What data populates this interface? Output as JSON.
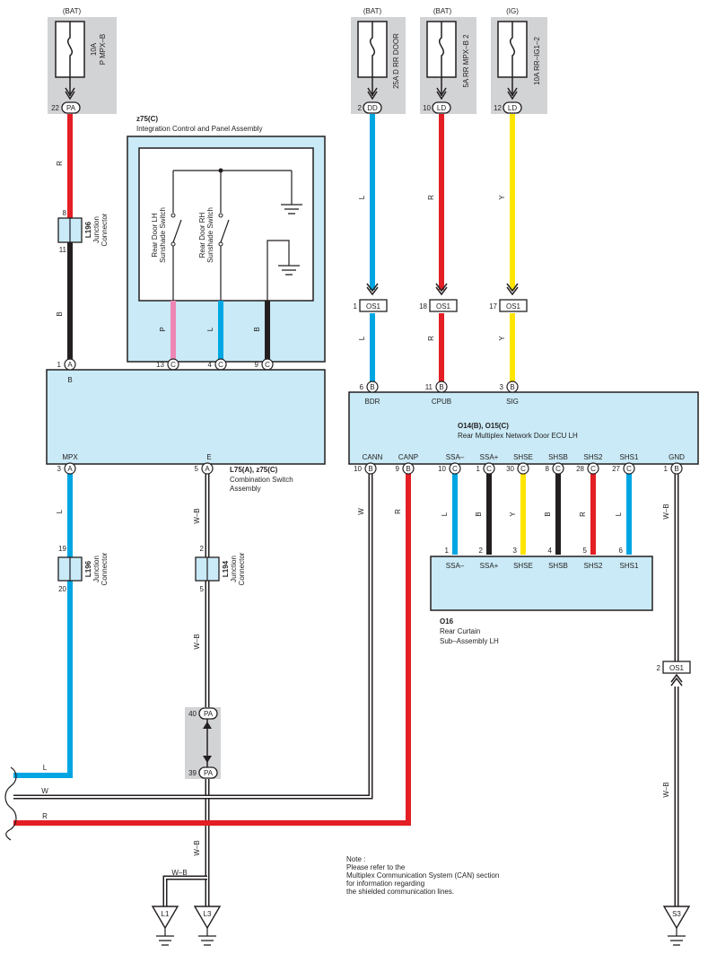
{
  "colors": {
    "red": "#e31e24",
    "blue": "#00a6e2",
    "yellow": "#ffe500",
    "pink": "#ee87b4",
    "black": "#231f20",
    "box_fill": "#c9eaf6",
    "fuse_box_fill": "#d2d3d5"
  },
  "fuses": [
    {
      "source": "(BAT)",
      "label_line1": "10A",
      "label_line2": "P MPX–B",
      "pin": "22",
      "connector": "PA"
    },
    {
      "source": "(BAT)",
      "label": "25A D RR DOOR",
      "pin": "2",
      "connector": "DD"
    },
    {
      "source": "(BAT)",
      "label": "5A RR MPX–B 2",
      "pin": "10",
      "connector": "LD"
    },
    {
      "source": "(IG)",
      "label": "10A RR–IG1–2",
      "pin": "12",
      "connector": "LD"
    }
  ],
  "z75": {
    "id": "z75(C)",
    "name": "Integration Control and Panel Assembly",
    "switch_lh": [
      "Rear Door LH",
      "Sunshade Switch"
    ],
    "switch_rh": [
      "Rear Door RH",
      "Sunshade Switch"
    ],
    "pins": [
      {
        "pin": "13",
        "conn": "C",
        "wire": "P"
      },
      {
        "pin": "4",
        "conn": "C",
        "wire": "L"
      },
      {
        "pin": "9",
        "conn": "C",
        "wire": "B"
      }
    ]
  },
  "l196_upper": {
    "id": "L196",
    "name_line1": "Junction",
    "name_line2": "Connector",
    "pin_in": "8",
    "pin_out": "11"
  },
  "l196_lower": {
    "id": "L196",
    "name_line1": "Junction",
    "name_line2": "Connector",
    "pin_in": "19",
    "pin_out": "20"
  },
  "l194": {
    "id": "L194",
    "name_line1": "Junction",
    "name_line2": "Connector",
    "pin_in": "2",
    "pin_out": "5"
  },
  "wire_labels": {
    "r": "R",
    "b": "B",
    "l": "L",
    "y": "Y",
    "w": "W",
    "p": "P",
    "wb": "W–B"
  },
  "l75": {
    "id": "L75(A), z75(C)",
    "name_line1": "Combination Switch",
    "name_line2": "Assembly",
    "pin_b": {
      "pin": "1",
      "conn": "A",
      "term": "B"
    },
    "pin_mpx": {
      "pin": "3",
      "conn": "A",
      "term": "MPX"
    },
    "pin_e": {
      "pin": "5",
      "conn": "A",
      "term": "E"
    }
  },
  "os1": {
    "label": "OS1",
    "pins": [
      "1",
      "18",
      "17",
      "2"
    ]
  },
  "ecu": {
    "id": "O14(B), O15(C)",
    "name": "Rear Multiplex Network Door ECU LH",
    "top_pins": [
      {
        "pin": "6",
        "conn": "B",
        "term": "BDR"
      },
      {
        "pin": "11",
        "conn": "B",
        "term": "CPUB"
      },
      {
        "pin": "3",
        "conn": "B",
        "term": "SIG"
      }
    ],
    "bottom_pins": [
      {
        "pin": "10",
        "conn": "B",
        "term": "CANN"
      },
      {
        "pin": "9",
        "conn": "B",
        "term": "CANP"
      },
      {
        "pin": "10",
        "conn": "C",
        "term": "SSA–"
      },
      {
        "pin": "1",
        "conn": "C",
        "term": "SSA+"
      },
      {
        "pin": "30",
        "conn": "C",
        "term": "SHSE"
      },
      {
        "pin": "8",
        "conn": "C",
        "term": "SHSB"
      },
      {
        "pin": "28",
        "conn": "C",
        "term": "SHS2"
      },
      {
        "pin": "27",
        "conn": "C",
        "term": "SHS1"
      },
      {
        "pin": "1",
        "conn": "B",
        "term": "GND"
      }
    ]
  },
  "o16": {
    "id": "O16",
    "name_line1": "Rear Curtain",
    "name_line2": "Sub–Assembly LH",
    "pins": [
      {
        "pin": "1",
        "term": "SSA–",
        "wire": "L"
      },
      {
        "pin": "2",
        "term": "SSA+",
        "wire": "B"
      },
      {
        "pin": "3",
        "term": "SHSE",
        "wire": "Y"
      },
      {
        "pin": "4",
        "term": "SHSB",
        "wire": "B"
      },
      {
        "pin": "5",
        "term": "SHS2",
        "wire": "R"
      },
      {
        "pin": "6",
        "term": "SHS1",
        "wire": "L"
      }
    ]
  },
  "pa_junction": {
    "pin_top": "40",
    "pin_bottom": "39",
    "connector": "PA"
  },
  "grounds": [
    "L1",
    "L3",
    "S3"
  ],
  "note": {
    "lines": [
      "Note :",
      "Please refer to the",
      "Multiplex Communication System (CAN) section",
      "for information regarding",
      "the shielded communication lines."
    ]
  }
}
